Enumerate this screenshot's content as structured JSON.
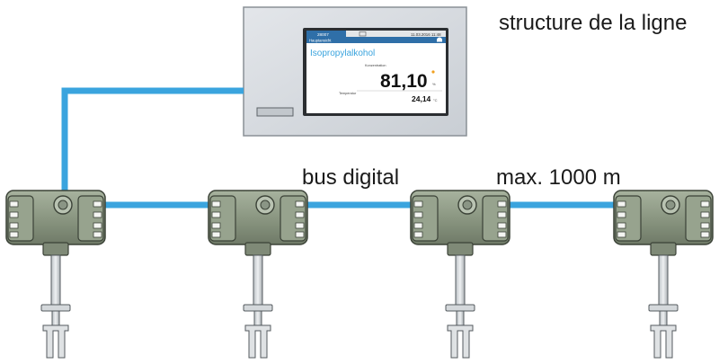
{
  "labels": {
    "title": "structure de la ligne",
    "bus": "bus digital",
    "distance": "max. 1000 m"
  },
  "display": {
    "header_id": "28007",
    "header_datetime": "11.03.2016 11:48",
    "menu": "Hauptansicht",
    "substance": "Isopropylalkohol",
    "conc_label": "Konzentration",
    "conc_value": "81,10",
    "conc_unit": "%",
    "temp_label": "Temperatur",
    "temp_value": "24,14",
    "temp_unit": "°C"
  },
  "colors": {
    "bus_line": "#3aa4de",
    "transmitter_body": "#8e9a86",
    "screen_header": "#2f6fa8",
    "substance_text": "#3aa4de"
  },
  "transmitters": [
    {
      "id": "transmitter-1"
    },
    {
      "id": "transmitter-2"
    },
    {
      "id": "transmitter-3"
    },
    {
      "id": "transmitter-4"
    }
  ]
}
